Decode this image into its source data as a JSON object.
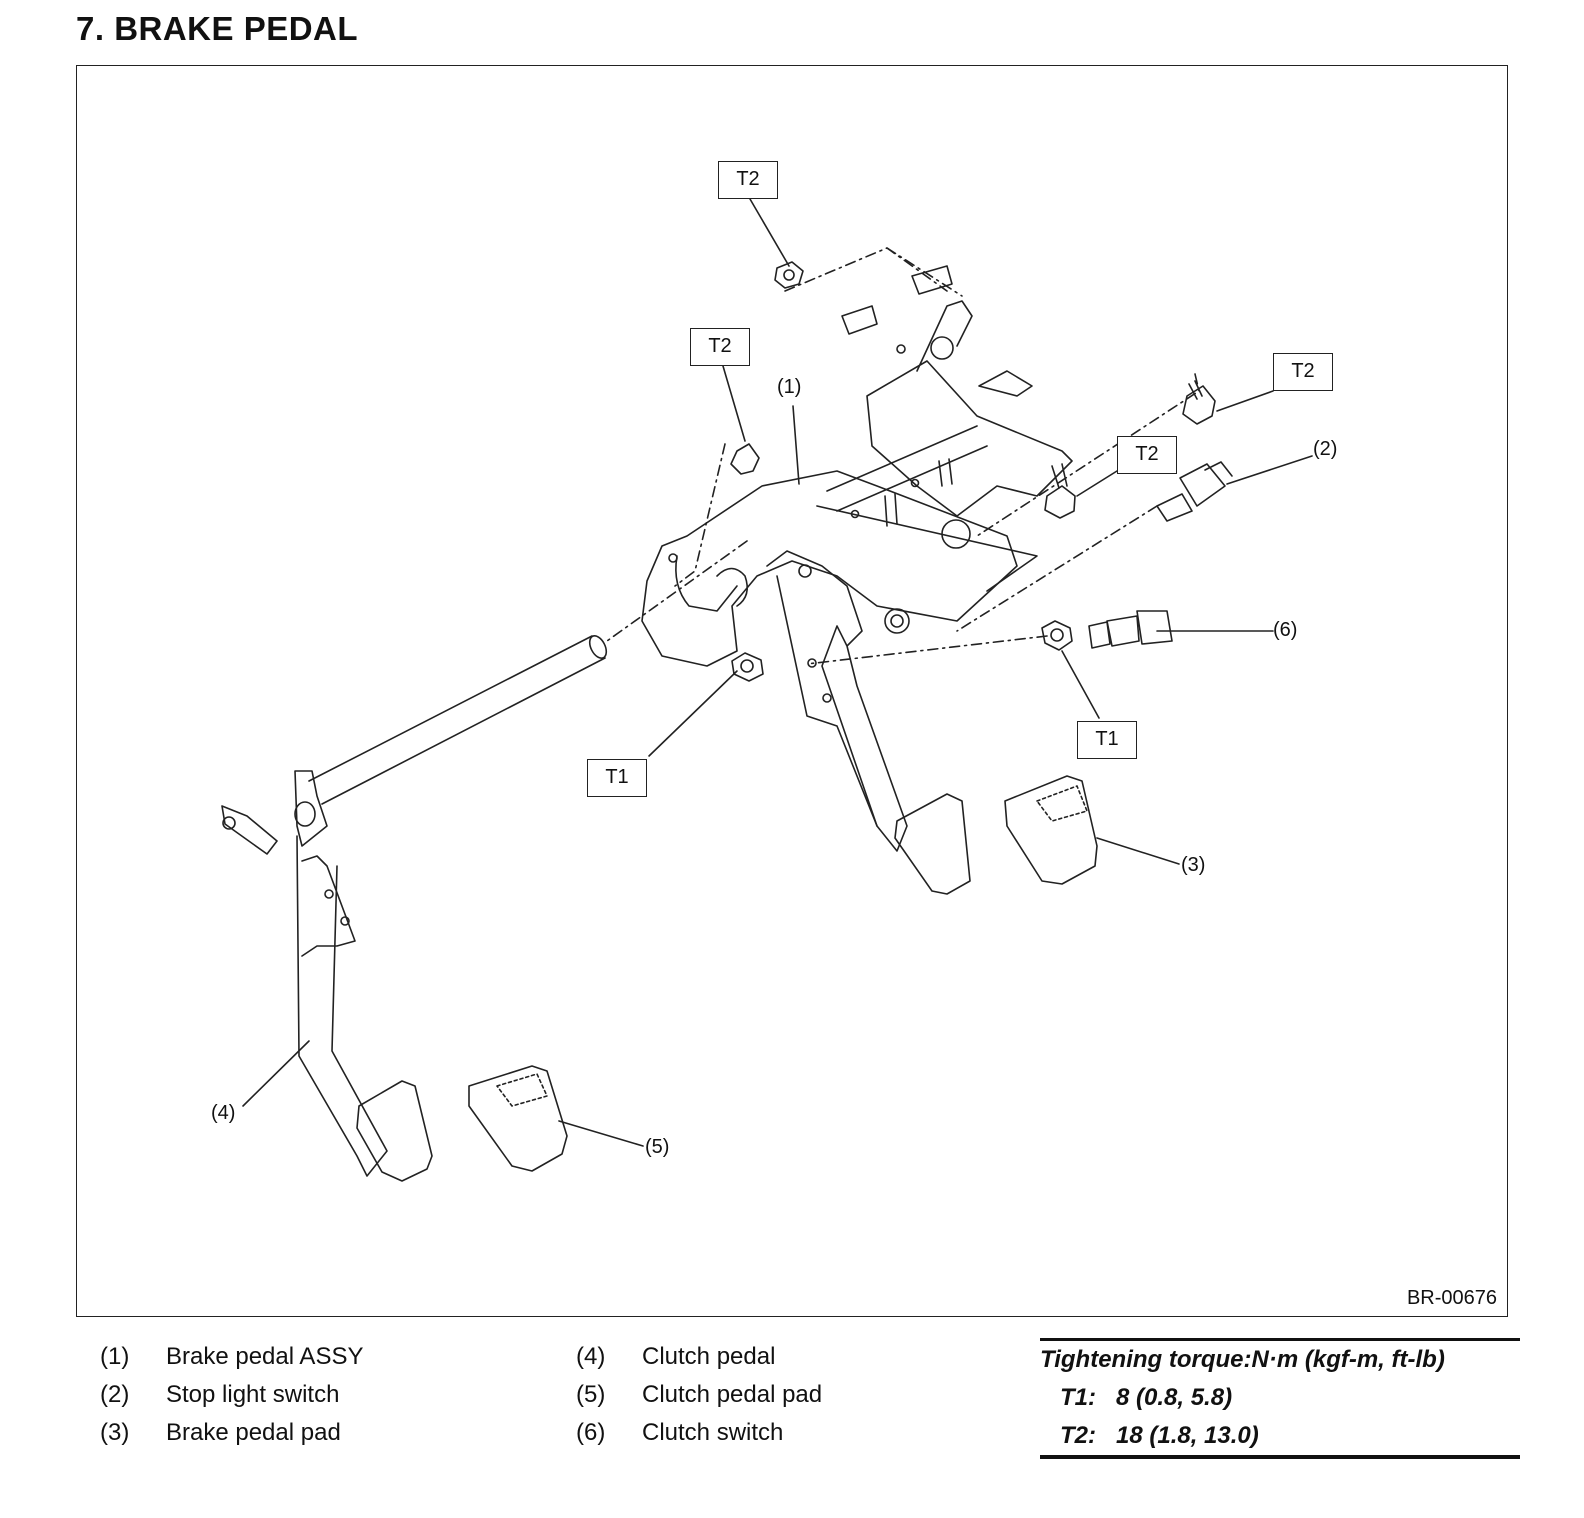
{
  "title": "7.  BRAKE PEDAL",
  "figure": {
    "figure_id": "BR-00676",
    "torque_tags": [
      "T2",
      "T2",
      "T2",
      "T2",
      "T1",
      "T1"
    ],
    "callouts": [
      "(1)",
      "(2)",
      "(3)",
      "(4)",
      "(5)",
      "(6)"
    ]
  },
  "legend": {
    "left": [
      {
        "num": "(1)",
        "label": "Brake pedal ASSY"
      },
      {
        "num": "(2)",
        "label": "Stop light switch"
      },
      {
        "num": "(3)",
        "label": "Brake pedal pad"
      }
    ],
    "middle": [
      {
        "num": "(4)",
        "label": "Clutch pedal"
      },
      {
        "num": "(5)",
        "label": "Clutch pedal pad"
      },
      {
        "num": "(6)",
        "label": "Clutch switch"
      }
    ]
  },
  "torque": {
    "header": "Tightening torque:N·m (kgf-m, ft-lb)",
    "rows": [
      {
        "key": "T1:",
        "value": "8 (0.8, 5.8)"
      },
      {
        "key": "T2:",
        "value": "18 (1.8, 13.0)"
      }
    ]
  },
  "colors": {
    "line": "#222222",
    "background": "#ffffff"
  }
}
